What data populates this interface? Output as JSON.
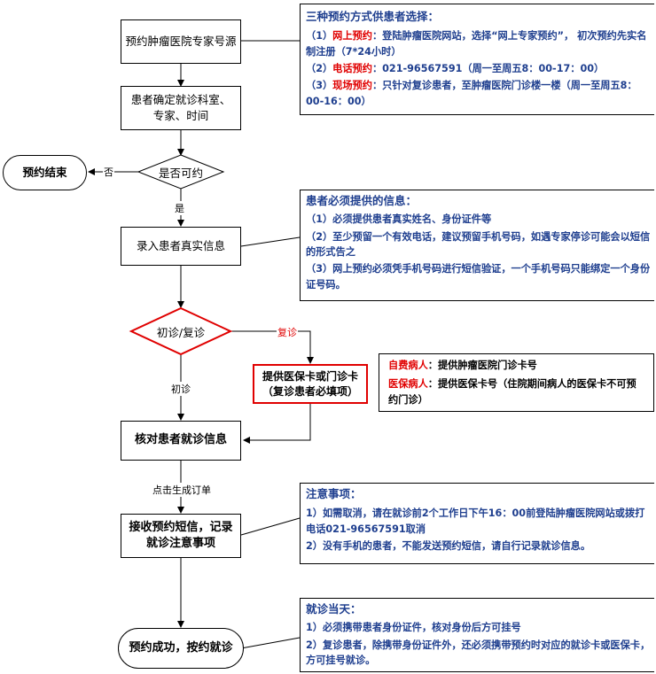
{
  "nodes": {
    "step1": "预约肿瘤医院专家号源",
    "step2": "患者确定就诊科室、专家、时间",
    "decision1": "是否可约",
    "end_fail": "预约结束",
    "step3": "录入患者真实信息",
    "decision2": "初诊/复诊",
    "provide_card": "提供医保卡或门诊卡（复诊患者必填项）",
    "verify": "核对患者就诊信息",
    "receive_sms": "接收预约短信，记录就诊注意事项",
    "success": "预约成功，按约就诊"
  },
  "edge_labels": {
    "no": "否",
    "yes": "是",
    "revisit": "复诊",
    "first_visit": "初诊",
    "click_order": "点击生成订单"
  },
  "notes": {
    "methods": {
      "title": "三种预约方式供患者选择：",
      "items": [
        {
          "prefix": "（1）",
          "key": "网上预约",
          "text": "：登陆肿瘤医院网站，选择“网上专家预约”， 初次预约先实名制注册（7*24小时）"
        },
        {
          "prefix": "（2）",
          "key": "电话预约",
          "text": "：021-96567591（周一至周五8：00-17：00）"
        },
        {
          "prefix": "（3）",
          "key": "现场预约",
          "text": "：只针对复诊患者，至肿瘤医院门诊楼一楼（周一至周五8：00-16：00）"
        }
      ]
    },
    "info": {
      "title": "患者必须提供的信息：",
      "items": [
        "（1）必须提供患者真实姓名、身份证件等",
        "（2）至少预留一个有效电话，建议预留手机号码，如遇专家停诊可能会以短信的形式告之",
        "（3）网上预约必须凭手机号码进行短信验证，一个手机号码只能绑定一个身份证号码。"
      ]
    },
    "card": {
      "items": [
        {
          "key": "自费病人",
          "text": "：提供肿瘤医院门诊卡号"
        },
        {
          "key": "医保病人",
          "text": "：提供医保卡号（住院期间病人的医保卡不可预 约门诊）"
        }
      ]
    },
    "attention": {
      "title": "注意事项：",
      "items": [
        "1）如需取消，请在就诊前2个工作日下午16：00前登陆肿瘤医院网站或拨打电话021-96567591取消",
        "2）没有手机的患者，不能发送预约短信，请自行记录就诊信息。"
      ]
    },
    "visit_day": {
      "title": "就诊当天：",
      "items": [
        "1）必须携带患者身份证件，核对身份后方可挂号",
        "2）复诊患者，除携带身份证件外，还必须携带预约时对应的就诊卡或医保卡，方可挂号就诊。"
      ]
    }
  },
  "colors": {
    "note_text": "#1f3f8f",
    "highlight_red": "#e00000"
  }
}
